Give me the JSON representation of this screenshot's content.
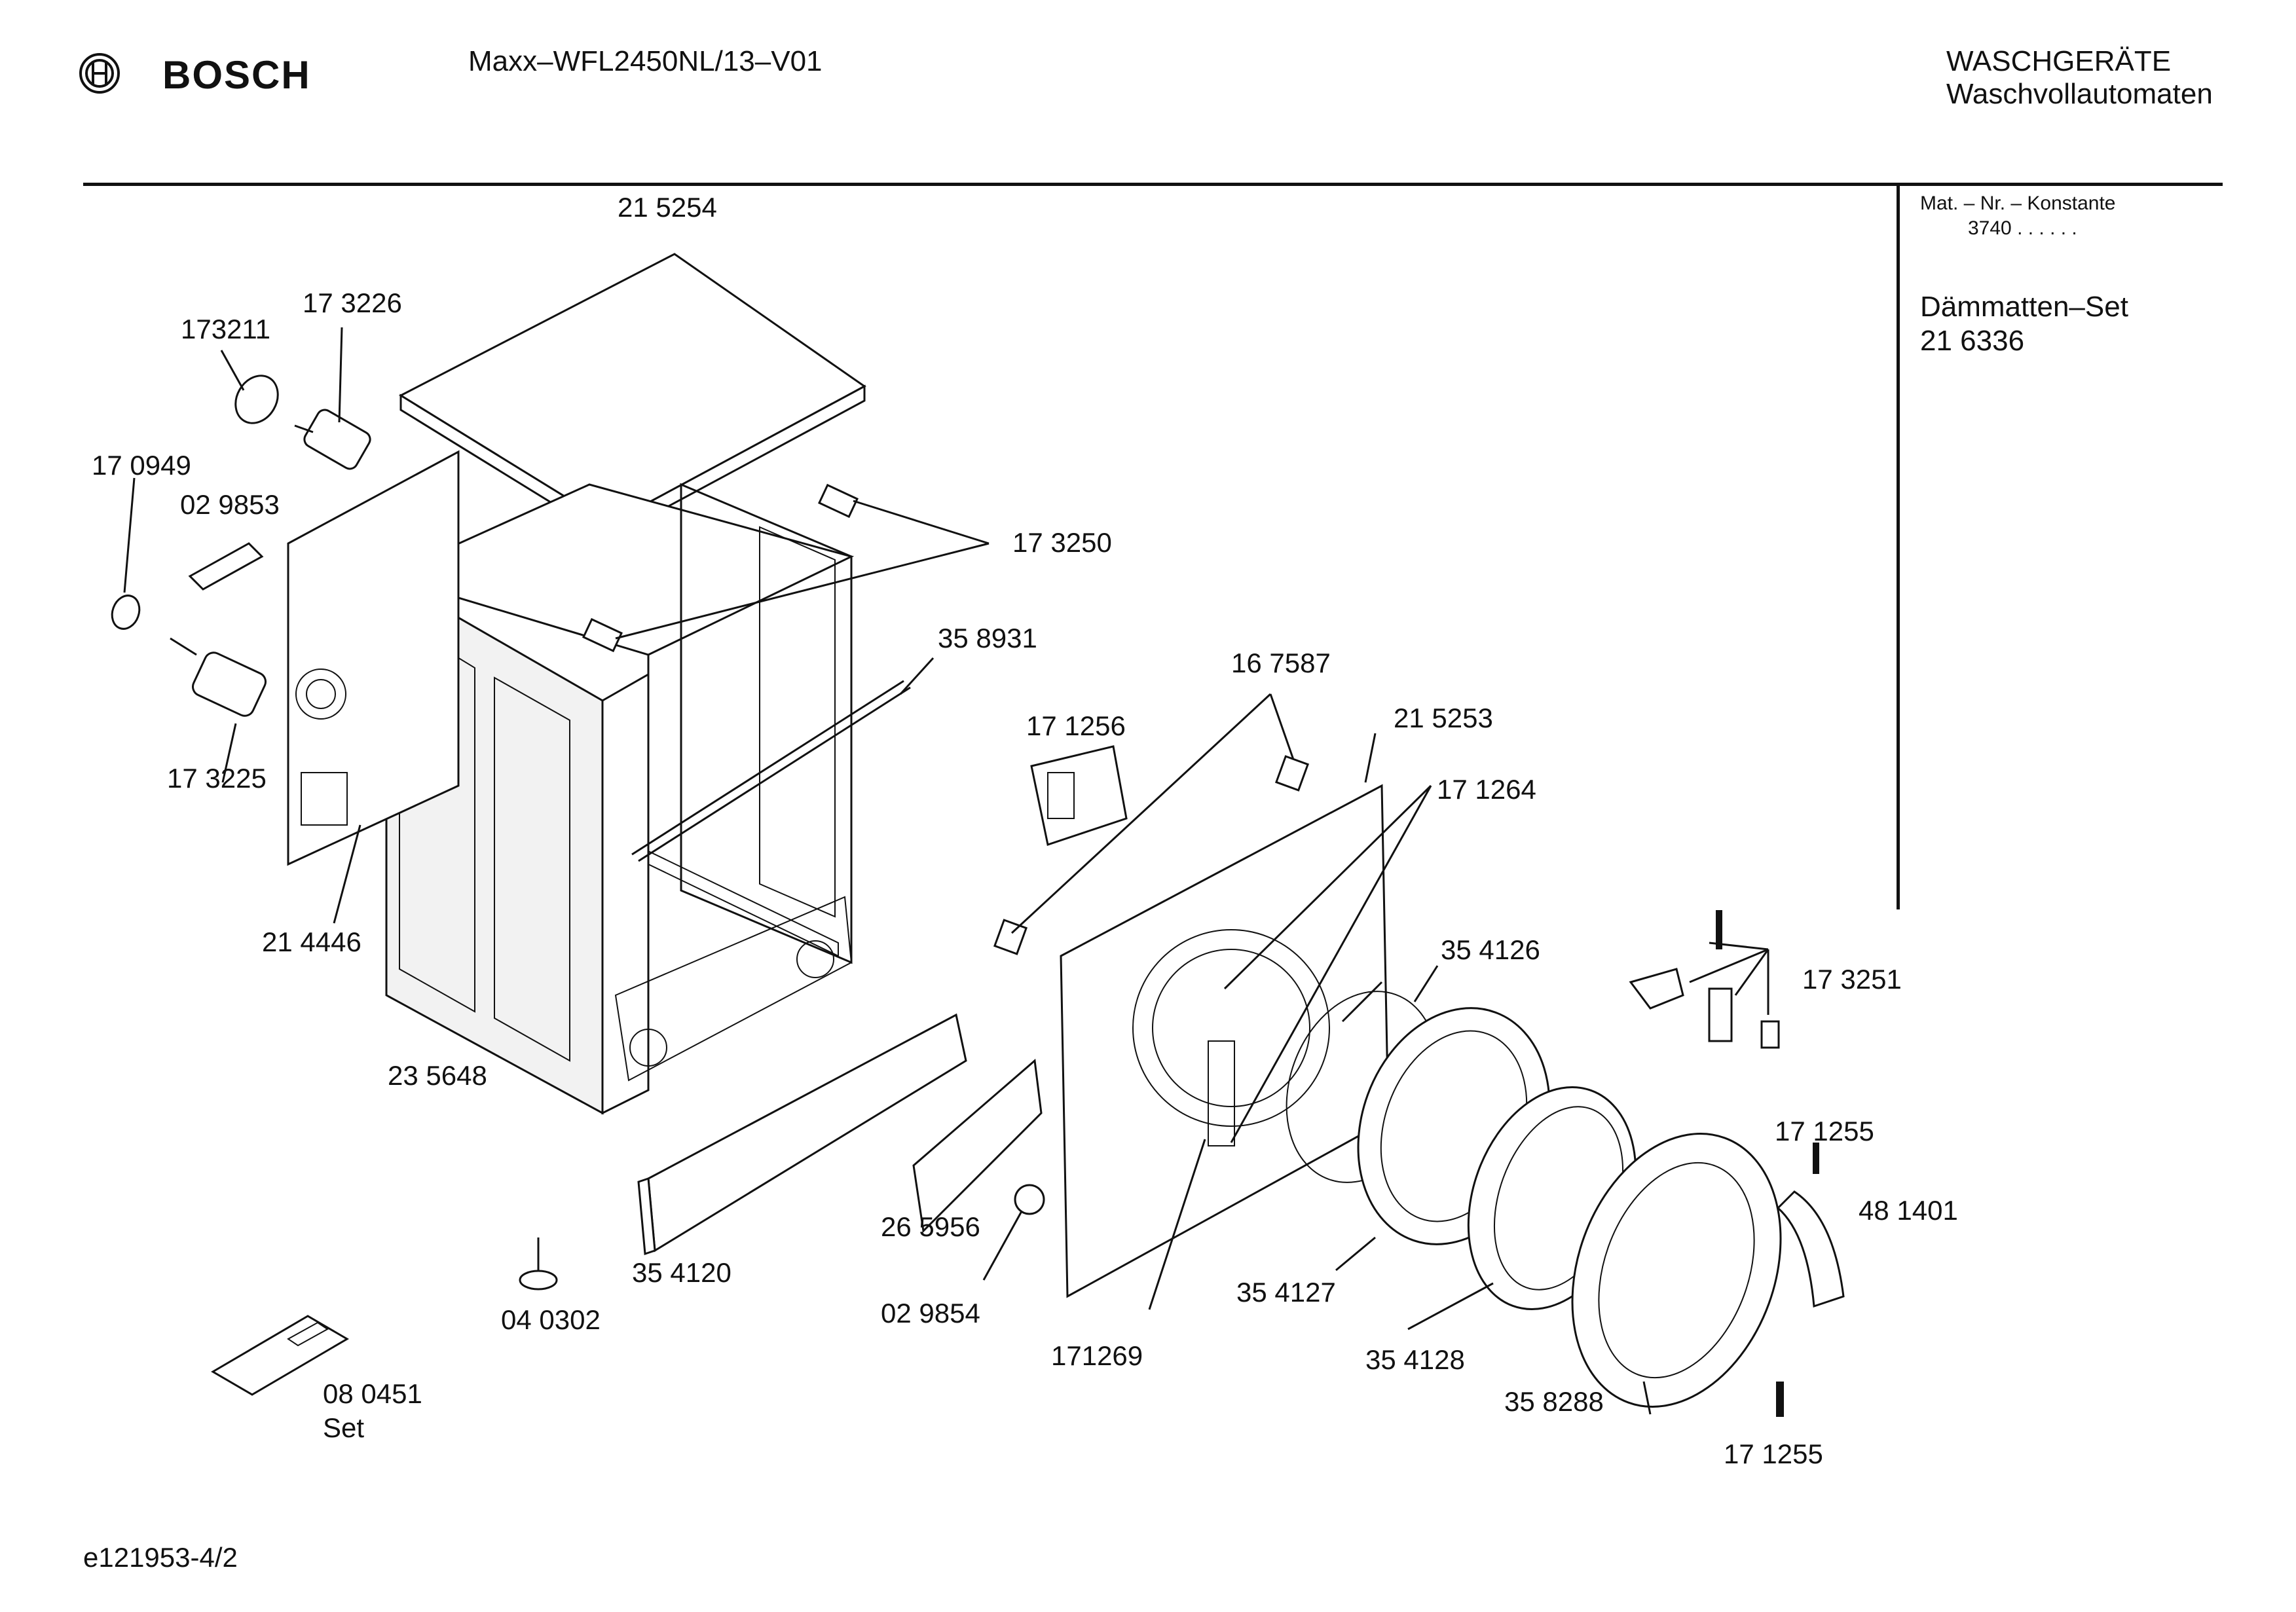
{
  "header": {
    "brand": "BOSCH",
    "model": "Maxx–WFL2450NL/13–V01",
    "category": "WASCHGERÄTE",
    "subcategory": "Waschvollautomaten"
  },
  "side_panel": {
    "mat_label": "Mat. – Nr. – Konstante",
    "mat_value": "3740  .   .     .  .  .  .",
    "set_name": "Dämmatten–Set",
    "set_number": "21 6336"
  },
  "footer": {
    "doc_id": "e121953-4/2"
  },
  "parts": [
    {
      "id": "p1",
      "label": "21 5254"
    },
    {
      "id": "p2",
      "label": "17 3226"
    },
    {
      "id": "p3",
      "label": "173211"
    },
    {
      "id": "p4",
      "label": "17 0949"
    },
    {
      "id": "p5",
      "label": "02 9853"
    },
    {
      "id": "p6",
      "label": "17 3250"
    },
    {
      "id": "p7",
      "label": "35 8931"
    },
    {
      "id": "p8",
      "label": "16 7587"
    },
    {
      "id": "p9",
      "label": "17 1256"
    },
    {
      "id": "p10",
      "label": "21 5253"
    },
    {
      "id": "p11",
      "label": "17 3225"
    },
    {
      "id": "p12",
      "label": "17 1264"
    },
    {
      "id": "p13",
      "label": "21 4446"
    },
    {
      "id": "p14",
      "label": "35 4126"
    },
    {
      "id": "p15",
      "label": "17 3251"
    },
    {
      "id": "p16",
      "label": "23 5648"
    },
    {
      "id": "p17",
      "label": "17 1255"
    },
    {
      "id": "p18",
      "label": "48 1401"
    },
    {
      "id": "p19",
      "label": "26 5956"
    },
    {
      "id": "p20",
      "label": "35 4120"
    },
    {
      "id": "p21",
      "label": "04 0302"
    },
    {
      "id": "p22",
      "label": "02 9854"
    },
    {
      "id": "p23",
      "label": "35 4127"
    },
    {
      "id": "p24",
      "label": "171269"
    },
    {
      "id": "p25",
      "label": "35 4128"
    },
    {
      "id": "p26",
      "label": "35 8288"
    },
    {
      "id": "p27",
      "label": "08 0451"
    },
    {
      "id": "p28",
      "label": "Set"
    },
    {
      "id": "p29",
      "label": "17 1255"
    }
  ]
}
